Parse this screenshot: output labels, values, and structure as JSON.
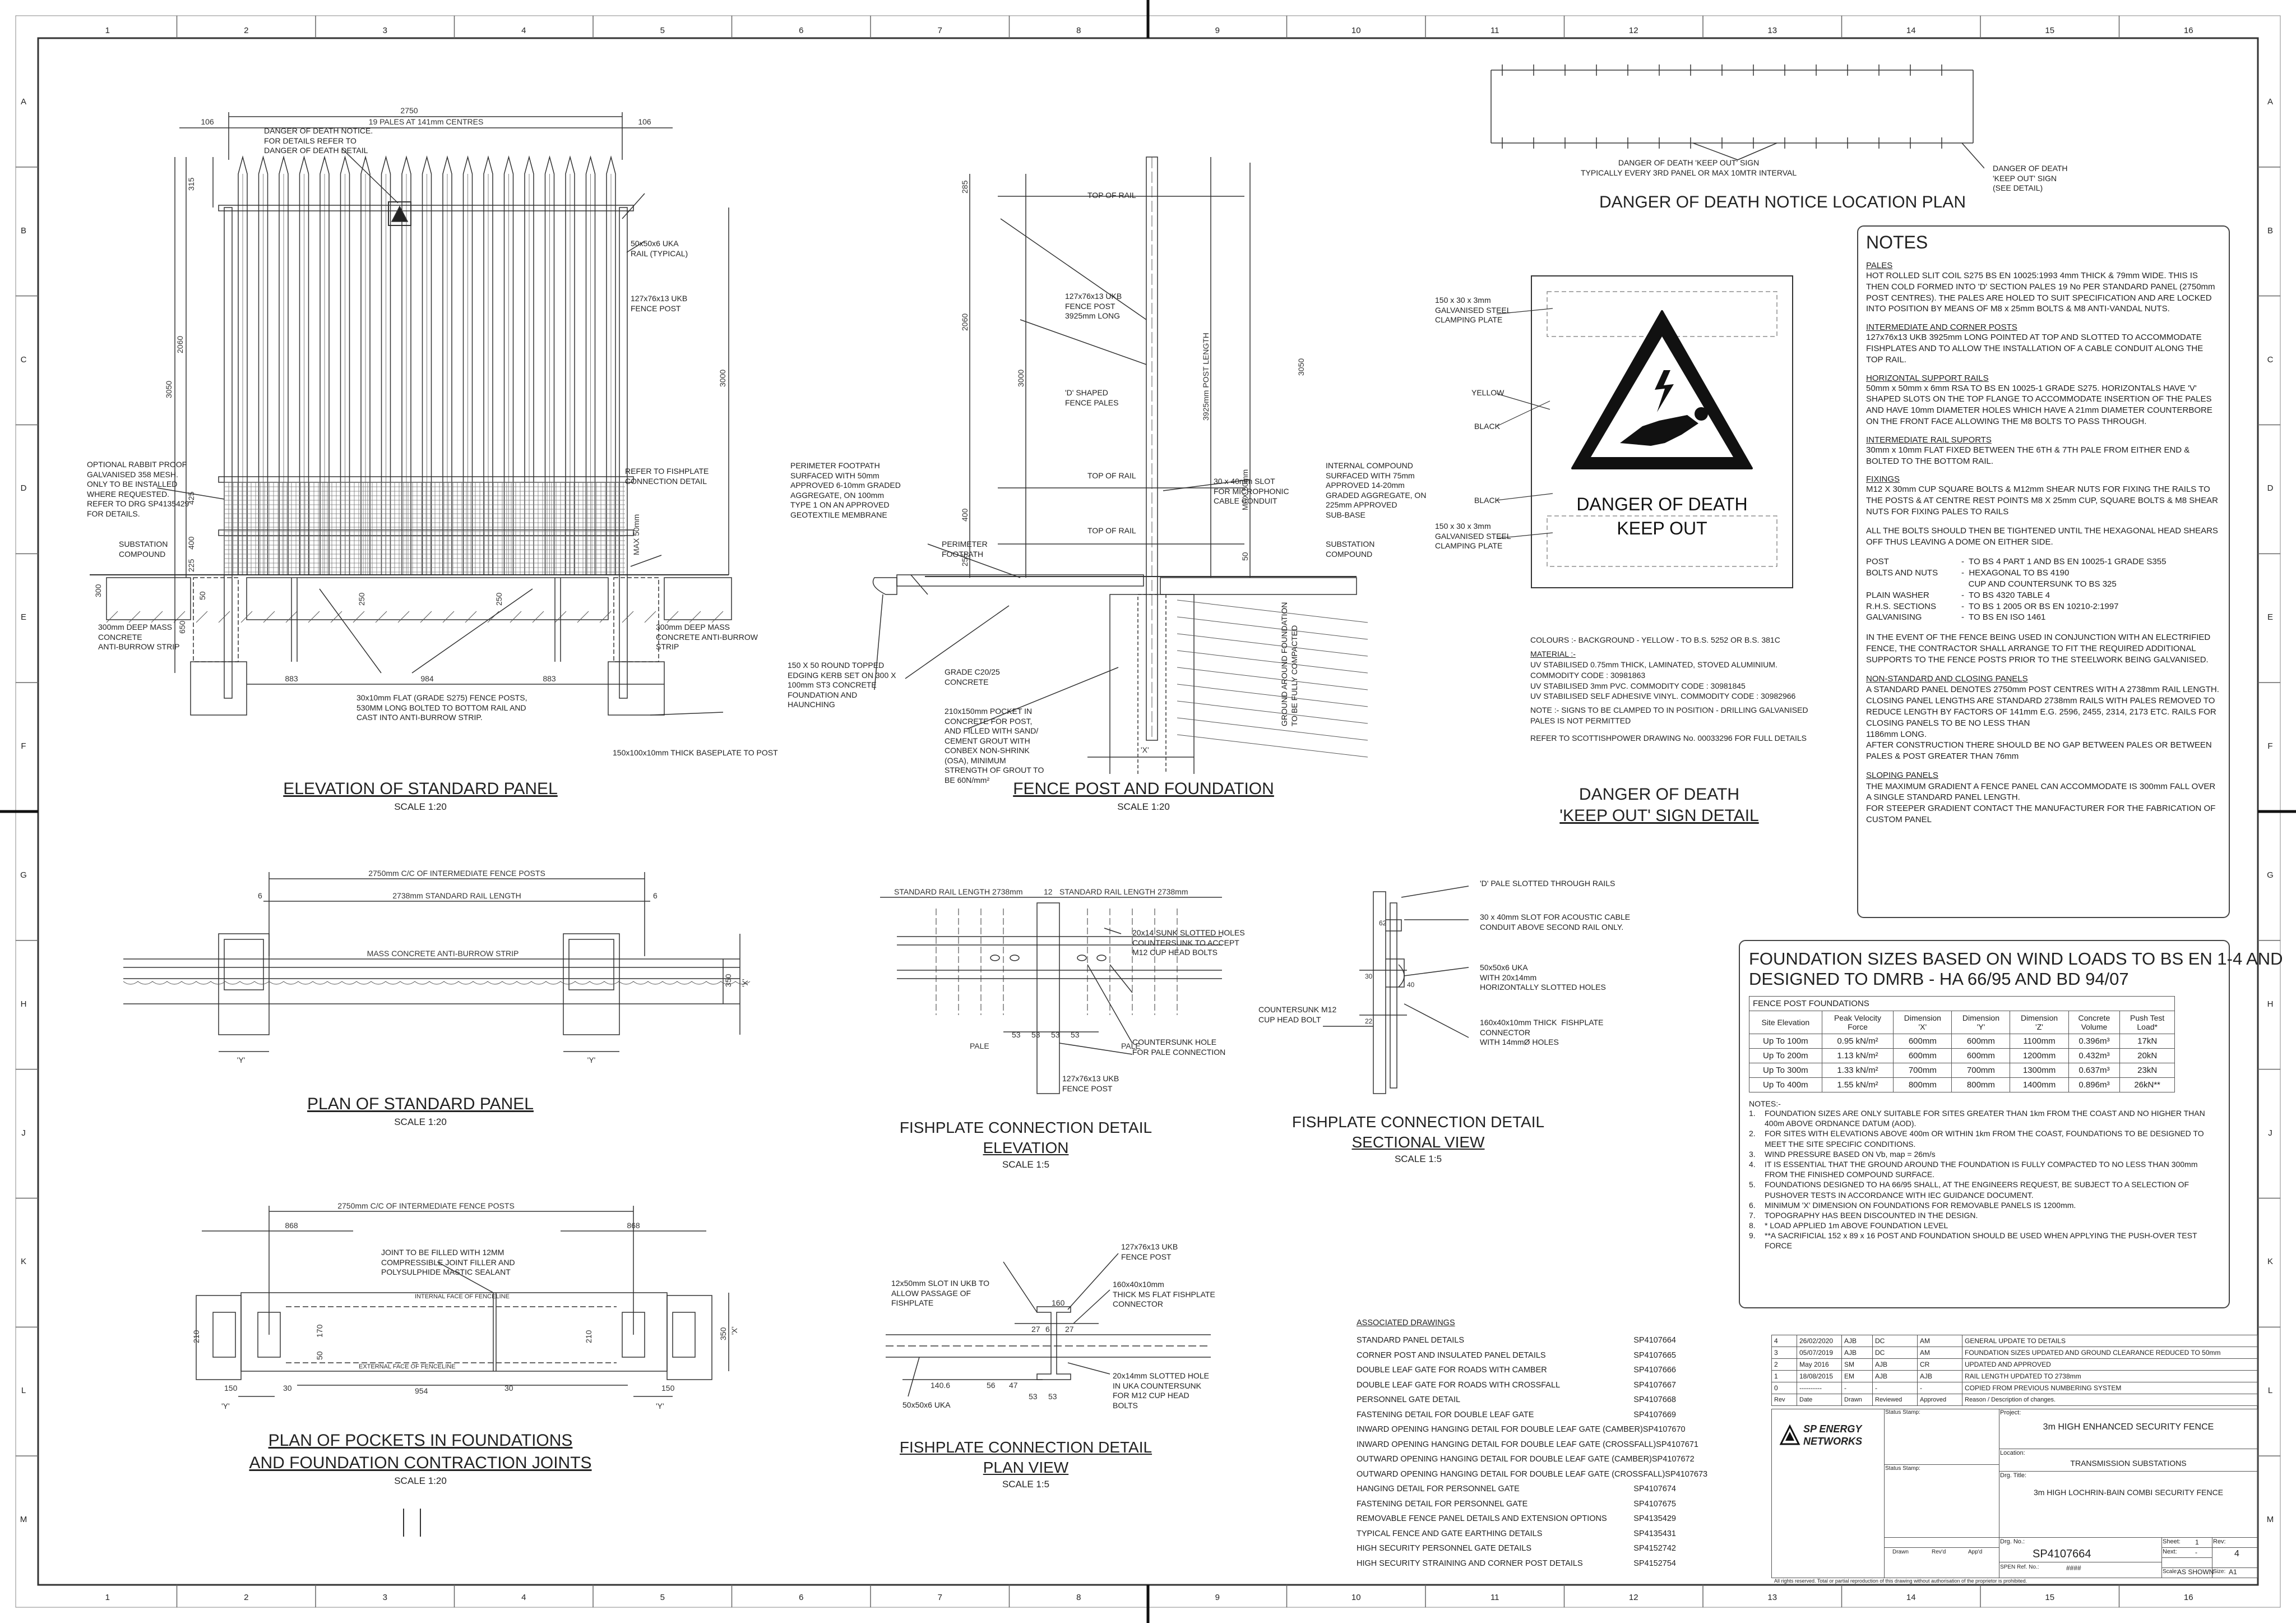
{
  "border": {
    "cols": [
      "1",
      "2",
      "3",
      "4",
      "5",
      "6",
      "7",
      "8",
      "9",
      "10",
      "11",
      "12",
      "13",
      "14",
      "15",
      "16"
    ],
    "rows": [
      "A",
      "B",
      "C",
      "D",
      "E",
      "F",
      "G",
      "H",
      "J",
      "K",
      "L",
      "M"
    ]
  },
  "views": {
    "elevation": {
      "title": "ELEVATION OF STANDARD PANEL",
      "scale": "SCALE 1:20",
      "dims": {
        "overall": "2750",
        "pales": "19 PALES AT 141mm CENTRES",
        "end_left": "106",
        "end_right": "106",
        "h3050": "3050",
        "h2060": "2060",
        "h315": "315",
        "h425": "425",
        "h400": "400",
        "h225": "225",
        "h3000": "3000",
        "d300": "300",
        "d50": "50",
        "d250a": "250",
        "d250b": "250",
        "d650": "650",
        "w883a": "883",
        "w984": "984",
        "w883b": "883",
        "max50": "MAX 50mm"
      },
      "labels": [
        "DANGER OF DEATH NOTICE.\nFOR DETAILS REFER TO\nDANGER OF DEATH DETAIL",
        "50x50x6 UKA\nRAIL (TYPICAL)",
        "127x76x13 UKB\nFENCE POST",
        "OPTIONAL RABBIT PROOF\nGALVANISED 358 MESH.\nONLY TO BE INSTALLED\nWHERE REQUESTED.\nREFER TO DRG SP4135429\nFOR DETAILS.",
        "REFER TO FISHPLATE\nCONNECTION DETAIL",
        "SUBSTATION\nCOMPOUND",
        "300mm DEEP MASS\nCONCRETE\nANTI-BURROW STRIP",
        "300mm DEEP MASS\nCONCRETE ANTI-BURROW\nSTRIP",
        "30x10mm FLAT (GRADE S275) FENCE POSTS,\n530MM LONG BOLTED TO BOTTOM RAIL AND\nCAST INTO ANTI-BURROW STRIP.",
        "150x100x10mm THICK BASEPLATE TO POST"
      ]
    },
    "post": {
      "title": "FENCE POST AND FOUNDATION",
      "scale": "SCALE 1:20",
      "labels": [
        "TOP OF RAIL",
        "127x76x13 UKB\nFENCE POST\n3925mm LONG",
        "'D' SHAPED\nFENCE PALES",
        "TOP OF RAIL",
        "TOP OF RAIL",
        "PERIMETER FOOTPATH\nSURFACED WITH 50mm\nAPPROVED 6-10mm GRADED\nAGGREGATE, ON 100mm\nTYPE 1 ON AN APPROVED\nGEOTEXTILE MEMBRANE",
        "PERIMETER\nFOOTPATH",
        "30 x 40mm SLOT\nFOR MICROPHONIC\nCABLE CONDUIT",
        "INTERNAL COMPOUND\nSURFACED WITH 75mm\nAPPROVED 14-20mm\nGRADED AGGREGATE, ON\n225mm APPROVED\nSUB-BASE",
        "SUBSTATION\nCOMPOUND",
        "150 X 50 ROUND TOPPED\nEDGING KERB SET ON 300 X\n100mm ST3 CONCRETE\nFOUNDATION AND\nHAUNCHING",
        "GRADE C20/25\nCONCRETE",
        "210x150mm POCKET IN\nCONCRETE FOR POST,\nAND FILLED WITH SAND/\nCEMENT GROUT WITH\nCONBEX NON-SHRINK\n(OSA), MINIMUM\nSTRENGTH OF GROUT TO\nBE 60N/mm²",
        "GROUND AROUND FOUNDATION\nTO BE FULLY COMPACTED",
        "3925mm POST LENGTH",
        "MAX 50mm",
        "'X'"
      ],
      "dims": {
        "d285": "285",
        "d2060": "2060",
        "d3000": "3000",
        "d400": "400",
        "d255": "255",
        "d50": "50",
        "d3050": "3050"
      }
    },
    "notice_plan": {
      "title": "DANGER OF DEATH NOTICE LOCATION PLAN",
      "labels": [
        "DANGER OF DEATH 'KEEP OUT' SIGN\nTYPICALLY EVERY 3RD PANEL OR MAX 10MTR INTERVAL",
        "DANGER OF DEATH\n'KEEP OUT' SIGN\n(SEE DETAIL)"
      ]
    },
    "sign": {
      "title1": "DANGER OF DEATH",
      "title2": "'KEEP OUT' SIGN DETAIL",
      "sign_text1": "DANGER  OF DEATH",
      "sign_text2": "KEEP OUT",
      "labels": [
        "150 x 30 x 3mm\nGALVANISED STEEL\nCLAMPING PLATE",
        "YELLOW",
        "BLACK",
        "BLACK",
        "150 x 30 x 3mm\nGALVANISED STEEL\nCLAMPING PLATE"
      ],
      "text": [
        "COLOURS :-  BACKGROUND - YELLOW - TO B.S. 5252 OR B.S. 381C",
        "MATERIAL :-",
        "UV STABILISED 0.75mm THICK, LAMINATED, STOVED ALUMINIUM.",
        "COMMODITY CODE : 30981863",
        "UV STABILISED 3mm PVC.  COMMODITY CODE : 30981845",
        "UV STABILISED SELF ADHESIVE VINYL. COMMODITY CODE : 30982966",
        "NOTE :-    SIGNS TO BE CLAMPED TO IN POSITION - DRILLING GALVANISED",
        "PALES IS NOT PERMITTED",
        "REFER TO SCOTTISHPOWER DRAWING No. 00033296 FOR FULL DETAILS"
      ],
      "colors": {
        "yellow": "#ffffff",
        "black": "#111111"
      }
    },
    "plan_panel": {
      "title": "PLAN OF STANDARD PANEL",
      "scale": "SCALE 1:20",
      "labels": [
        "2750mm C/C OF INTERMEDIATE FENCE POSTS",
        "2738mm STANDARD RAIL LENGTH",
        "MASS CONCRETE ANTI-BURROW STRIP",
        "6",
        "6",
        "'Y'",
        "'Y'",
        "'X'",
        "350"
      ]
    },
    "fish_elev": {
      "title1": "FISHPLATE CONNECTION DETAIL",
      "title2": "ELEVATION",
      "scale": "SCALE 1:5",
      "labels": [
        "STANDARD RAIL LENGTH 2738mm",
        "12",
        "STANDARD RAIL LENGTH 2738mm",
        "20x14 SUNK SLOTTED HOLES\nCOUNTERSUNK TO ACCEPT\nM12 CUP HEAD BOLTS",
        "COUNTERSUNK HOLE\nFOR PALE CONNECTION",
        "127x76x13 UKB\nFENCE POST",
        "PALE",
        "PALE",
        "53",
        "53",
        "53",
        "53"
      ]
    },
    "fish_sect": {
      "title1": "FISHPLATE CONNECTION DETAIL",
      "title2": "SECTIONAL VIEW",
      "scale": "SCALE 1:5",
      "labels": [
        "'D' PALE SLOTTED THROUGH RAILS",
        "30 x 40mm SLOT FOR ACOUSTIC CABLE\nCONDUIT ABOVE SECOND RAIL ONLY.",
        "50x50x6 UKA\nWITH 20x14mm\nHORIZONTALLY SLOTTED HOLES",
        "160x40x10mm THICK  FISHPLATE\nCONNECTOR\nWITH 14mmØ HOLES",
        "COUNTERSUNK M12\nCUP HEAD BOLT",
        "62",
        "30",
        "22",
        "40"
      ]
    },
    "pockets": {
      "title1": "PLAN OF POCKETS IN FOUNDATIONS",
      "title2": "AND FOUNDATION CONTRACTION JOINTS",
      "scale": "SCALE 1:20",
      "labels": [
        "2750mm C/C OF INTERMEDIATE FENCE POSTS",
        "868",
        "868",
        "JOINT TO BE FILLED WITH 12MM\nCOMPRESSIBLE JOINT FILLER AND\nPOLYSULPHIDE MASTIC SEALANT",
        "INTERNAL FACE OF FENCELINE",
        "EXTERNAL FACE OF FENCELINE",
        "150",
        "30",
        "954",
        "30",
        "150",
        "'Y'",
        "'Y'",
        "210",
        "170",
        "50",
        "210",
        "350",
        "'X'"
      ]
    },
    "fish_plan": {
      "title1": "FISHPLATE CONNECTION DETAIL",
      "title2": "PLAN VIEW",
      "scale": "SCALE 1:5",
      "labels": [
        "12x50mm SLOT IN UKB TO\nALLOW PASSAGE OF\nFISHPLATE",
        "127x76x13 UKB\nFENCE POST",
        "160x40x10mm\nTHICK MS FLAT FISHPLATE\nCONNECTOR",
        "20x14mm SLOTTED HOLE\nIN UKA COUNTERSUNK\nFOR M12 CUP HEAD\nBOLTS",
        "50x50x6 UKA",
        "160",
        "27",
        "6",
        "27",
        "140.6",
        "56",
        "47",
        "53",
        "53"
      ]
    }
  },
  "notes": {
    "heading": "NOTES",
    "sections": [
      {
        "title": "PALES",
        "body": "HOT ROLLED SLIT COIL S275 BS EN 10025:1993 4mm THICK & 79mm WIDE. THIS IS THEN COLD FORMED INTO 'D' SECTION PALES 19 No PER STANDARD PANEL (2750mm POST CENTRES).  THE PALES ARE HOLED TO SUIT SPECIFICATION AND ARE LOCKED INTO POSITION BY MEANS OF M8 x 25mm BOLTS & M8 ANTI-VANDAL NUTS."
      },
      {
        "title": "INTERMEDIATE AND CORNER POSTS",
        "body": "127x76x13 UKB 3925mm LONG POINTED AT TOP AND SLOTTED TO ACCOMMODATE FISHPLATES AND TO ALLOW THE INSTALLATION OF A CABLE CONDUIT ALONG THE TOP RAIL."
      },
      {
        "title": "HORIZONTAL SUPPORT RAILS",
        "body": "50mm x 50mm x 6mm RSA TO BS EN 10025-1 GRADE S275. HORIZONTALS HAVE 'V' SHAPED SLOTS ON THE TOP FLANGE TO ACCOMMODATE INSERTION OF THE PALES AND HAVE 10mm DIAMETER HOLES WHICH HAVE A 21mm DIAMETER COUNTERBORE ON THE FRONT FACE ALLOWING THE M8 BOLTS TO PASS THROUGH."
      },
      {
        "title": "INTERMEDIATE RAIL SUPORTS",
        "body": "30mm x 10mm FLAT FIXED BETWEEN THE 6TH & 7TH PALE FROM EITHER END & BOLTED TO THE BOTTOM RAIL."
      },
      {
        "title": "FIXINGS",
        "body": "M12 X 30mm CUP SQUARE BOLTS & M12mm SHEAR NUTS FOR FIXING THE RAILS TO THE POSTS & AT CENTRE REST POINTS  M8 X 25mm CUP, SQUARE BOLTS & M8 SHEAR NUTS FOR FIXING PALES TO RAILS"
      },
      {
        "title": "",
        "body": "ALL THE BOLTS SHOULD THEN BE TIGHTENED UNTIL THE HEXAGONAL HEAD SHEARS OFF THUS LEAVING A DOME ON EITHER SIDE."
      }
    ],
    "specs": [
      [
        "POST",
        "-  TO BS 4 PART 1 AND BS EN 10025-1 GRADE S355"
      ],
      [
        "BOLTS AND NUTS",
        "-  HEXAGONAL TO BS 4190"
      ],
      [
        "",
        "   CUP AND COUNTERSUNK TO BS 325"
      ],
      [
        "PLAIN WASHER",
        "-  TO BS 4320 TABLE 4"
      ],
      [
        "R.H.S. SECTIONS",
        "-  TO BS 1 2005 OR BS EN 10210-2:1997"
      ],
      [
        "GALVANISING",
        "-  TO BS EN ISO 1461"
      ]
    ],
    "electrified": "IN THE EVENT OF THE FENCE BEING USED IN CONJUNCTION WITH AN ELECTRIFIED FENCE, THE CONTRACTOR SHALL ARRANGE TO FIT THE REQUIRED ADDITIONAL SUPPORTS TO THE FENCE POSTS PRIOR TO THE STEELWORK BEING GALVANISED.",
    "closing_title": "NON-STANDARD AND CLOSING PANELS",
    "closing_body": "A STANDARD PANEL DENOTES 2750mm POST CENTRES WITH A 2738mm RAIL LENGTH. CLOSING PANEL LENGTHS ARE STANDARD 2738mm RAILS WITH PALES REMOVED TO REDUCE LENGTH BY FACTORS OF 141mm E.G. 2596, 2455, 2314, 2173 ETC. RAILS FOR CLOSING PANELS TO BE NO LESS THAN\n1186mm LONG.\nAFTER CONSTRUCTION THERE SHOULD BE NO GAP BETWEEN PALES OR BETWEEN PALES & POST GREATER THAN 76mm",
    "sloping_title": "SLOPING PANELS",
    "sloping_body": "THE MAXIMUM GRADIENT A FENCE PANEL CAN ACCOMMODATE IS 300mm FALL OVER A SINGLE STANDARD PANEL LENGTH.\nFOR STEEPER GRADIENT CONTACT THE MANUFACTURER FOR THE FABRICATION OF CUSTOM PANEL"
  },
  "foundation": {
    "heading1": "FOUNDATION SIZES BASED ON WIND LOADS TO BS EN 1-4 AND",
    "heading2": "DESIGNED TO DMRB -  HA 66/95 AND BD 94/07",
    "table_title": "FENCE POST FOUNDATIONS",
    "headers": [
      "Site Elevation",
      "Peak Velocity\nForce",
      "Dimension\n'X'",
      "Dimension\n'Y'",
      "Dimension\n'Z'",
      "Concrete\nVolume",
      "Push Test\nLoad*"
    ],
    "rows": [
      [
        "Up To 100m",
        "0.95 kN/m²",
        "600mm",
        "600mm",
        "1100mm",
        "0.396m³",
        "17kN"
      ],
      [
        "Up To 200m",
        "1.13 kN/m²",
        "600mm",
        "600mm",
        "1200mm",
        "0.432m³",
        "20kN"
      ],
      [
        "Up To 300m",
        "1.33 kN/m²",
        "700mm",
        "700mm",
        "1300mm",
        "0.637m³",
        "23kN"
      ],
      [
        "Up To 400m",
        "1.55 kN/m²",
        "800mm",
        "800mm",
        "1400mm",
        "0.896m³",
        "26kN**"
      ]
    ],
    "notes_title": "NOTES:-",
    "notes": [
      [
        "1.",
        "FOUNDATION SIZES ARE ONLY SUITABLE FOR SITES GREATER THAN 1km FROM THE COAST AND NO HIGHER THAN 400m ABOVE ORDNANCE DATUM (AOD)."
      ],
      [
        "2.",
        "FOR SITES WITH ELEVATIONS ABOVE 400m OR WITHIN 1km FROM THE COAST, FOUNDATIONS TO BE DESIGNED TO MEET THE SITE SPECIFIC CONDITIONS."
      ],
      [
        "3.",
        "WIND PRESSURE BASED ON Vb, map = 26m/s"
      ],
      [
        "4.",
        "IT IS ESSENTIAL THAT THE GROUND AROUND THE FOUNDATION IS FULLY COMPACTED TO NO LESS THAN 300mm FROM THE FINISHED COMPOUND SURFACE."
      ],
      [
        "5.",
        "FOUNDATIONS DESIGNED TO HA 66/95  SHALL, AT THE ENGINEERS REQUEST, BE SUBJECT TO A SELECTION OF PUSHOVER TESTS IN ACCORDANCE WITH IEC GUIDANCE DOCUMENT."
      ],
      [
        "6.",
        "MINIMUM 'X' DIMENSION ON FOUNDATIONS FOR REMOVABLE PANELS IS 1200mm."
      ],
      [
        "7.",
        "TOPOGRAPHY HAS BEEN DISCOUNTED IN THE DESIGN."
      ],
      [
        "8.",
        "* LOAD APPLIED 1m ABOVE FOUNDATION LEVEL"
      ],
      [
        "9.",
        "**A SACRIFICIAL 152 x 89 x 16 POST  AND FOUNDATION SHOULD BE USED WHEN APPLYING THE PUSH-OVER TEST FORCE"
      ]
    ]
  },
  "associated": {
    "title": "ASSOCIATED DRAWINGS",
    "items": [
      [
        "STANDARD PANEL DETAILS",
        "SP4107664"
      ],
      [
        "CORNER POST AND INSULATED PANEL DETAILS",
        "SP4107665"
      ],
      [
        "DOUBLE LEAF GATE FOR ROADS WITH CAMBER",
        "SP4107666"
      ],
      [
        "DOUBLE LEAF GATE FOR ROADS WITH CROSSFALL",
        "SP4107667"
      ],
      [
        "PERSONNEL GATE DETAIL",
        "SP4107668"
      ],
      [
        "FASTENING DETAIL FOR DOUBLE LEAF GATE",
        "SP4107669"
      ],
      [
        "INWARD OPENING HANGING DETAIL FOR DOUBLE LEAF GATE (CAMBER)",
        "SP4107670"
      ],
      [
        "INWARD OPENING HANGING DETAIL FOR DOUBLE LEAF GATE (CROSSFALL)",
        "SP4107671"
      ],
      [
        "OUTWARD OPENING HANGING DETAIL FOR DOUBLE LEAF GATE (CAMBER)",
        "SP4107672"
      ],
      [
        "OUTWARD OPENING HANGING DETAIL FOR DOUBLE LEAF GATE (CROSSFALL)",
        "SP4107673"
      ],
      [
        "HANGING DETAIL FOR PERSONNEL GATE",
        "SP4107674"
      ],
      [
        "FASTENING DETAIL FOR PERSONNEL GATE",
        "SP4107675"
      ],
      [
        "REMOVABLE FENCE PANEL DETAILS AND EXTENSION OPTIONS",
        "SP4135429"
      ],
      [
        "TYPICAL FENCE AND GATE EARTHING DETAILS",
        "SP4135431"
      ],
      [
        "HIGH SECURITY PERSONNEL GATE DETAILS",
        "SP4152742"
      ],
      [
        "HIGH SECURITY STRAINING AND CORNER POST DETAILS",
        "SP4152754"
      ]
    ]
  },
  "revisions": {
    "rows": [
      [
        "4",
        "26/02/2020",
        "AJB",
        "DC",
        "AM",
        "GENERAL UPDATE TO DETAILS"
      ],
      [
        "3",
        "05/07/2019",
        "AJB",
        "DC",
        "AM",
        "FOUNDATION SIZES UPDATED AND GROUND CLEARANCE REDUCED TO 50mm"
      ],
      [
        "2",
        "May 2016",
        "SM",
        "AJB",
        "CR",
        "UPDATED AND APPROVED"
      ],
      [
        "1",
        "18/08/2015",
        "EM",
        "AJB",
        "AJB",
        "RAIL LENGTH UPDATED TO 2738mm"
      ],
      [
        "0",
        "----------",
        "-",
        "-",
        "-",
        "COPIED FROM PREVIOUS NUMBERING SYSTEM"
      ]
    ],
    "headers": [
      "Rev",
      "Date",
      "Drawn",
      "Reviewed",
      "Approved",
      "Reason / Description of changes."
    ]
  },
  "titleblock": {
    "logo1": "SP ENERGY",
    "logo2": "NETWORKS",
    "status_label": "Status Stamp:",
    "status_label2": "Status Stamp:",
    "project_label": "Project:",
    "project": "3m HIGH ENHANCED SECURITY FENCE",
    "location_label": "Location:",
    "location": "TRANSMISSION SUBSTATIONS",
    "drg_title_label": "Drg. Title:",
    "drg_title": "3m HIGH LOCHRIN-BAIN COMBI SECURITY FENCE",
    "drawn": "Drawn",
    "revd": "Rev'd",
    "appd": "App'd",
    "drg_no_label": "Drg. No.:",
    "drg_no": "SP4107664",
    "spen_ref_label": "SPEN Ref. No.:",
    "spen_ref": "####",
    "sheet_label": "Sheet:",
    "sheet": "1",
    "next_label": "Next:",
    "next": "-",
    "rev_label": "Rev:",
    "rev": "4",
    "scale_label": "Scale:",
    "scale": "AS SHOWN",
    "size_label": "Size:",
    "size": "A1",
    "copyright": "All rights reserved. Total or partial reproduction of this drawing without authorisation of the proprietor is prohibited."
  }
}
